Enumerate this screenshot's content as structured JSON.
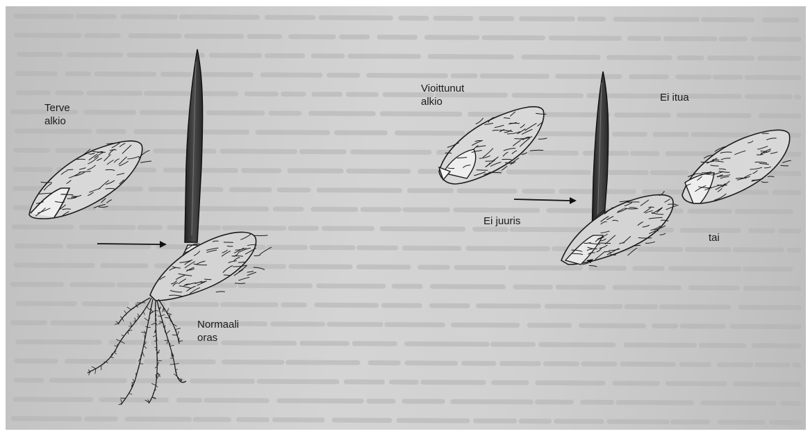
{
  "labels": {
    "healthy_embryo": [
      "Terve",
      "alkio"
    ],
    "normal_sprout": [
      "Normaali",
      "oras"
    ],
    "damaged_embryo": [
      "Vioittunut",
      "alkio"
    ],
    "no_root": "Ei juuris",
    "no_sprout": "Ei itua",
    "or": "tai"
  },
  "colors": {
    "paper": "#cccccc",
    "ink": "#1a1a1a",
    "shoot_dark": "#3a3a3a"
  }
}
